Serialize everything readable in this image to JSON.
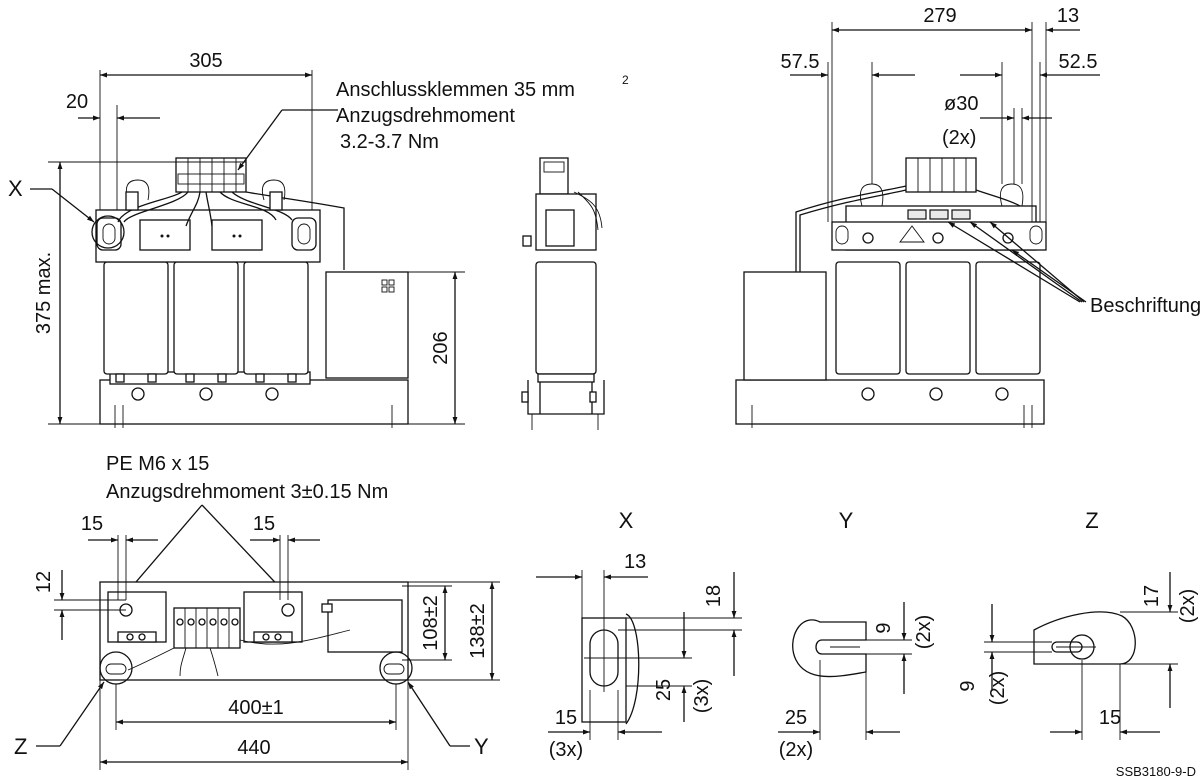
{
  "labels": {
    "terminals_line1": "Anschlussklemmen 35 mm",
    "terminals_sup": "2",
    "torque_line1": "Anzugsdrehmoment",
    "torque_value1": "3.2-3.7 Nm",
    "pe_line1": "PE M6 x 15",
    "pe_line2": "Anzugsdrehmoment 3±0.15 Nm",
    "marking": "Beschriftung",
    "callout_x": "X",
    "callout_z": "Z",
    "callout_y": "Y",
    "detail_x_title": "X",
    "detail_y_title": "Y",
    "detail_z_title": "Z",
    "drawing_id": "SSB3180-9-D"
  },
  "dimensions": {
    "front_width": "305",
    "front_offset": "20",
    "front_height": "375 max.",
    "box_height": "206",
    "rear_width": "279",
    "rear_right": "13",
    "rear_left": "57.5",
    "rear_right2": "52.5",
    "hole_dia": "ø30",
    "hole_count": "(2x)",
    "top_left": "15",
    "top_right": "15",
    "top_side": "12",
    "depth1": "108±2",
    "depth2": "138±2",
    "mount_spacing": "400±1",
    "base_length": "440",
    "x_width": "13",
    "x_top": "18",
    "x_height": "25",
    "x_height_count": "(3x)",
    "x_bottom": "15",
    "x_bottom_count": "(3x)",
    "y_slot": "9",
    "y_slot_count": "(2x)",
    "y_length": "25",
    "y_length_count": "(2x)",
    "z_height": "17",
    "z_height_count": "(2x)",
    "z_slot": "9",
    "z_slot_count": "(2x)",
    "z_length": "15"
  }
}
